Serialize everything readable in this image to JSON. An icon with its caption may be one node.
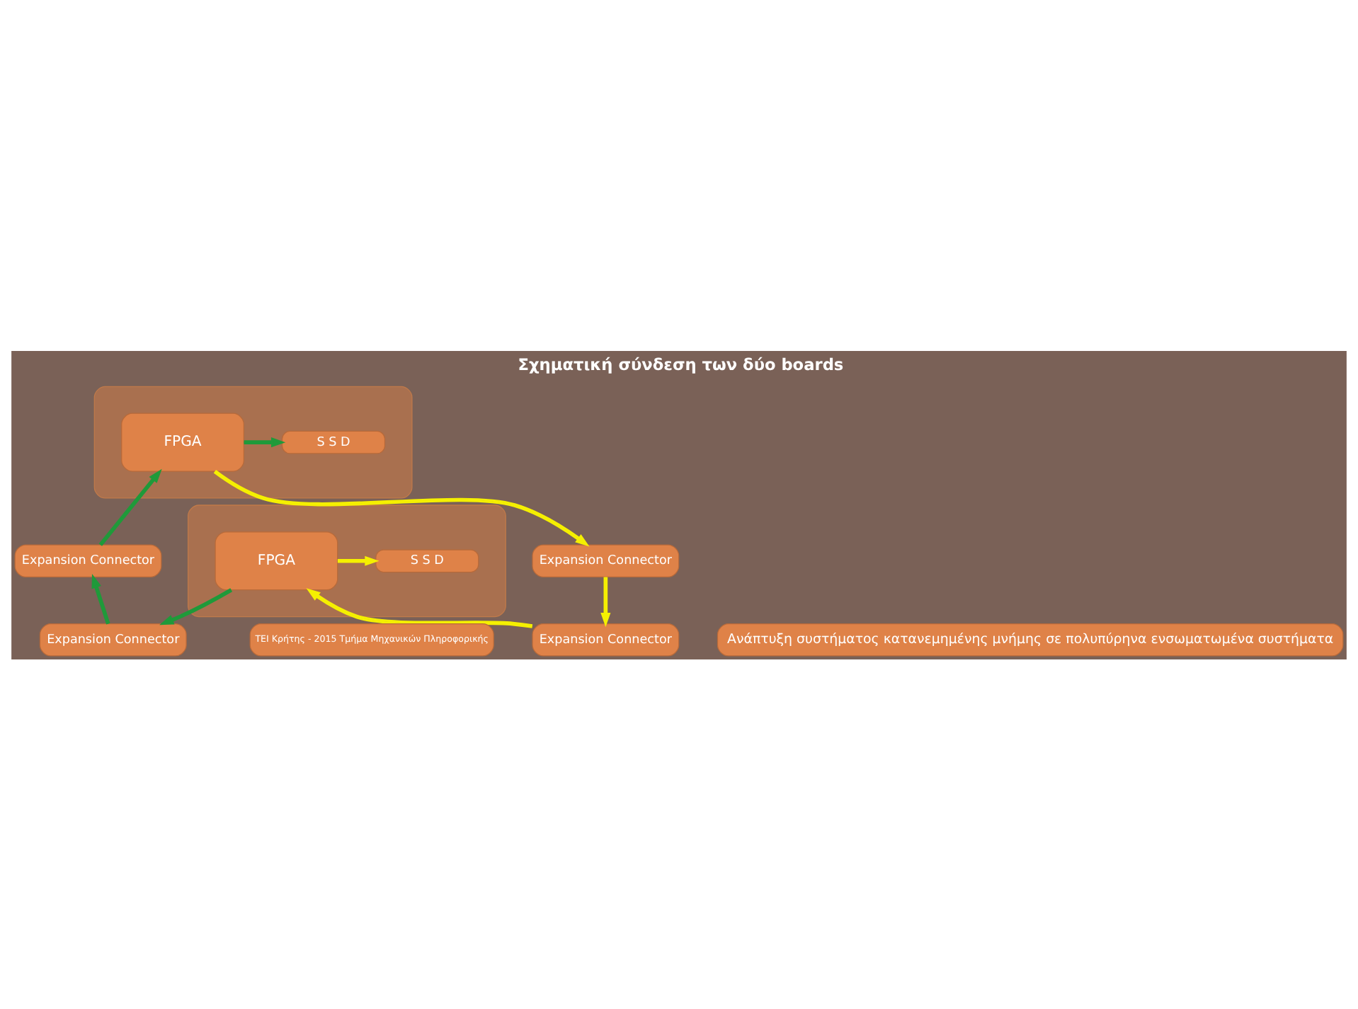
{
  "diagram": {
    "title": "Σχηματική σύνδεση των δύο boards",
    "nodes": [
      {
        "text": [],
        "shape": "box"
      },
      {
        "text": [
          "FPGA"
        ],
        "in": 0
      },
      {
        "text": [
          "S S D"
        ],
        "in": 0
      },
      {
        "text": [
          "Expansion Connector"
        ]
      },
      {
        "text": [
          "Expansion Connector"
        ]
      },
      {
        "text": [
          "Expansion Connector"
        ]
      },
      {
        "text": [
          "Expansion Connector"
        ]
      },
      {
        "text": [],
        "shape": "box"
      },
      {
        "text": [
          "FPGA"
        ],
        "in": 7
      },
      {
        "text": [
          "S S D"
        ],
        "in": 7
      },
      {
        "text": [
          "ΤΕΙ Κρήτης - 2015 Τμήμα Μηχανικών Πληροφορικής"
        ]
      },
      {
        "text": [
          "Ανάπτυξη συστήματος κατανεμημένης μνήμης σε πολυπύρηνα ενσωματωμένα συστήματα"
        ]
      }
    ],
    "edges": [
      {
        "from": 1,
        "to": 2,
        "arrow": "to",
        "color": "#1f9a3a"
      },
      {
        "from": 4,
        "to": 1,
        "arrow": "to",
        "color": "#1f9a3a"
      },
      {
        "from": 1,
        "to": 3,
        "arrow": "to",
        "color": "#f5f000"
      },
      {
        "from": 3,
        "to": 5,
        "arrow": "to",
        "color": "#f5f000"
      },
      {
        "from": 5,
        "to": 8,
        "arrow": "to",
        "color": "#f5f000"
      },
      {
        "from": 8,
        "to": 9,
        "arrow": "to",
        "color": "#f5f000"
      },
      {
        "from": 8,
        "to": 6,
        "arrow": "to",
        "color": "#1f9a3a"
      },
      {
        "from": 6,
        "to": 4,
        "arrow": "to",
        "color": "#1f9a3a"
      }
    ]
  }
}
